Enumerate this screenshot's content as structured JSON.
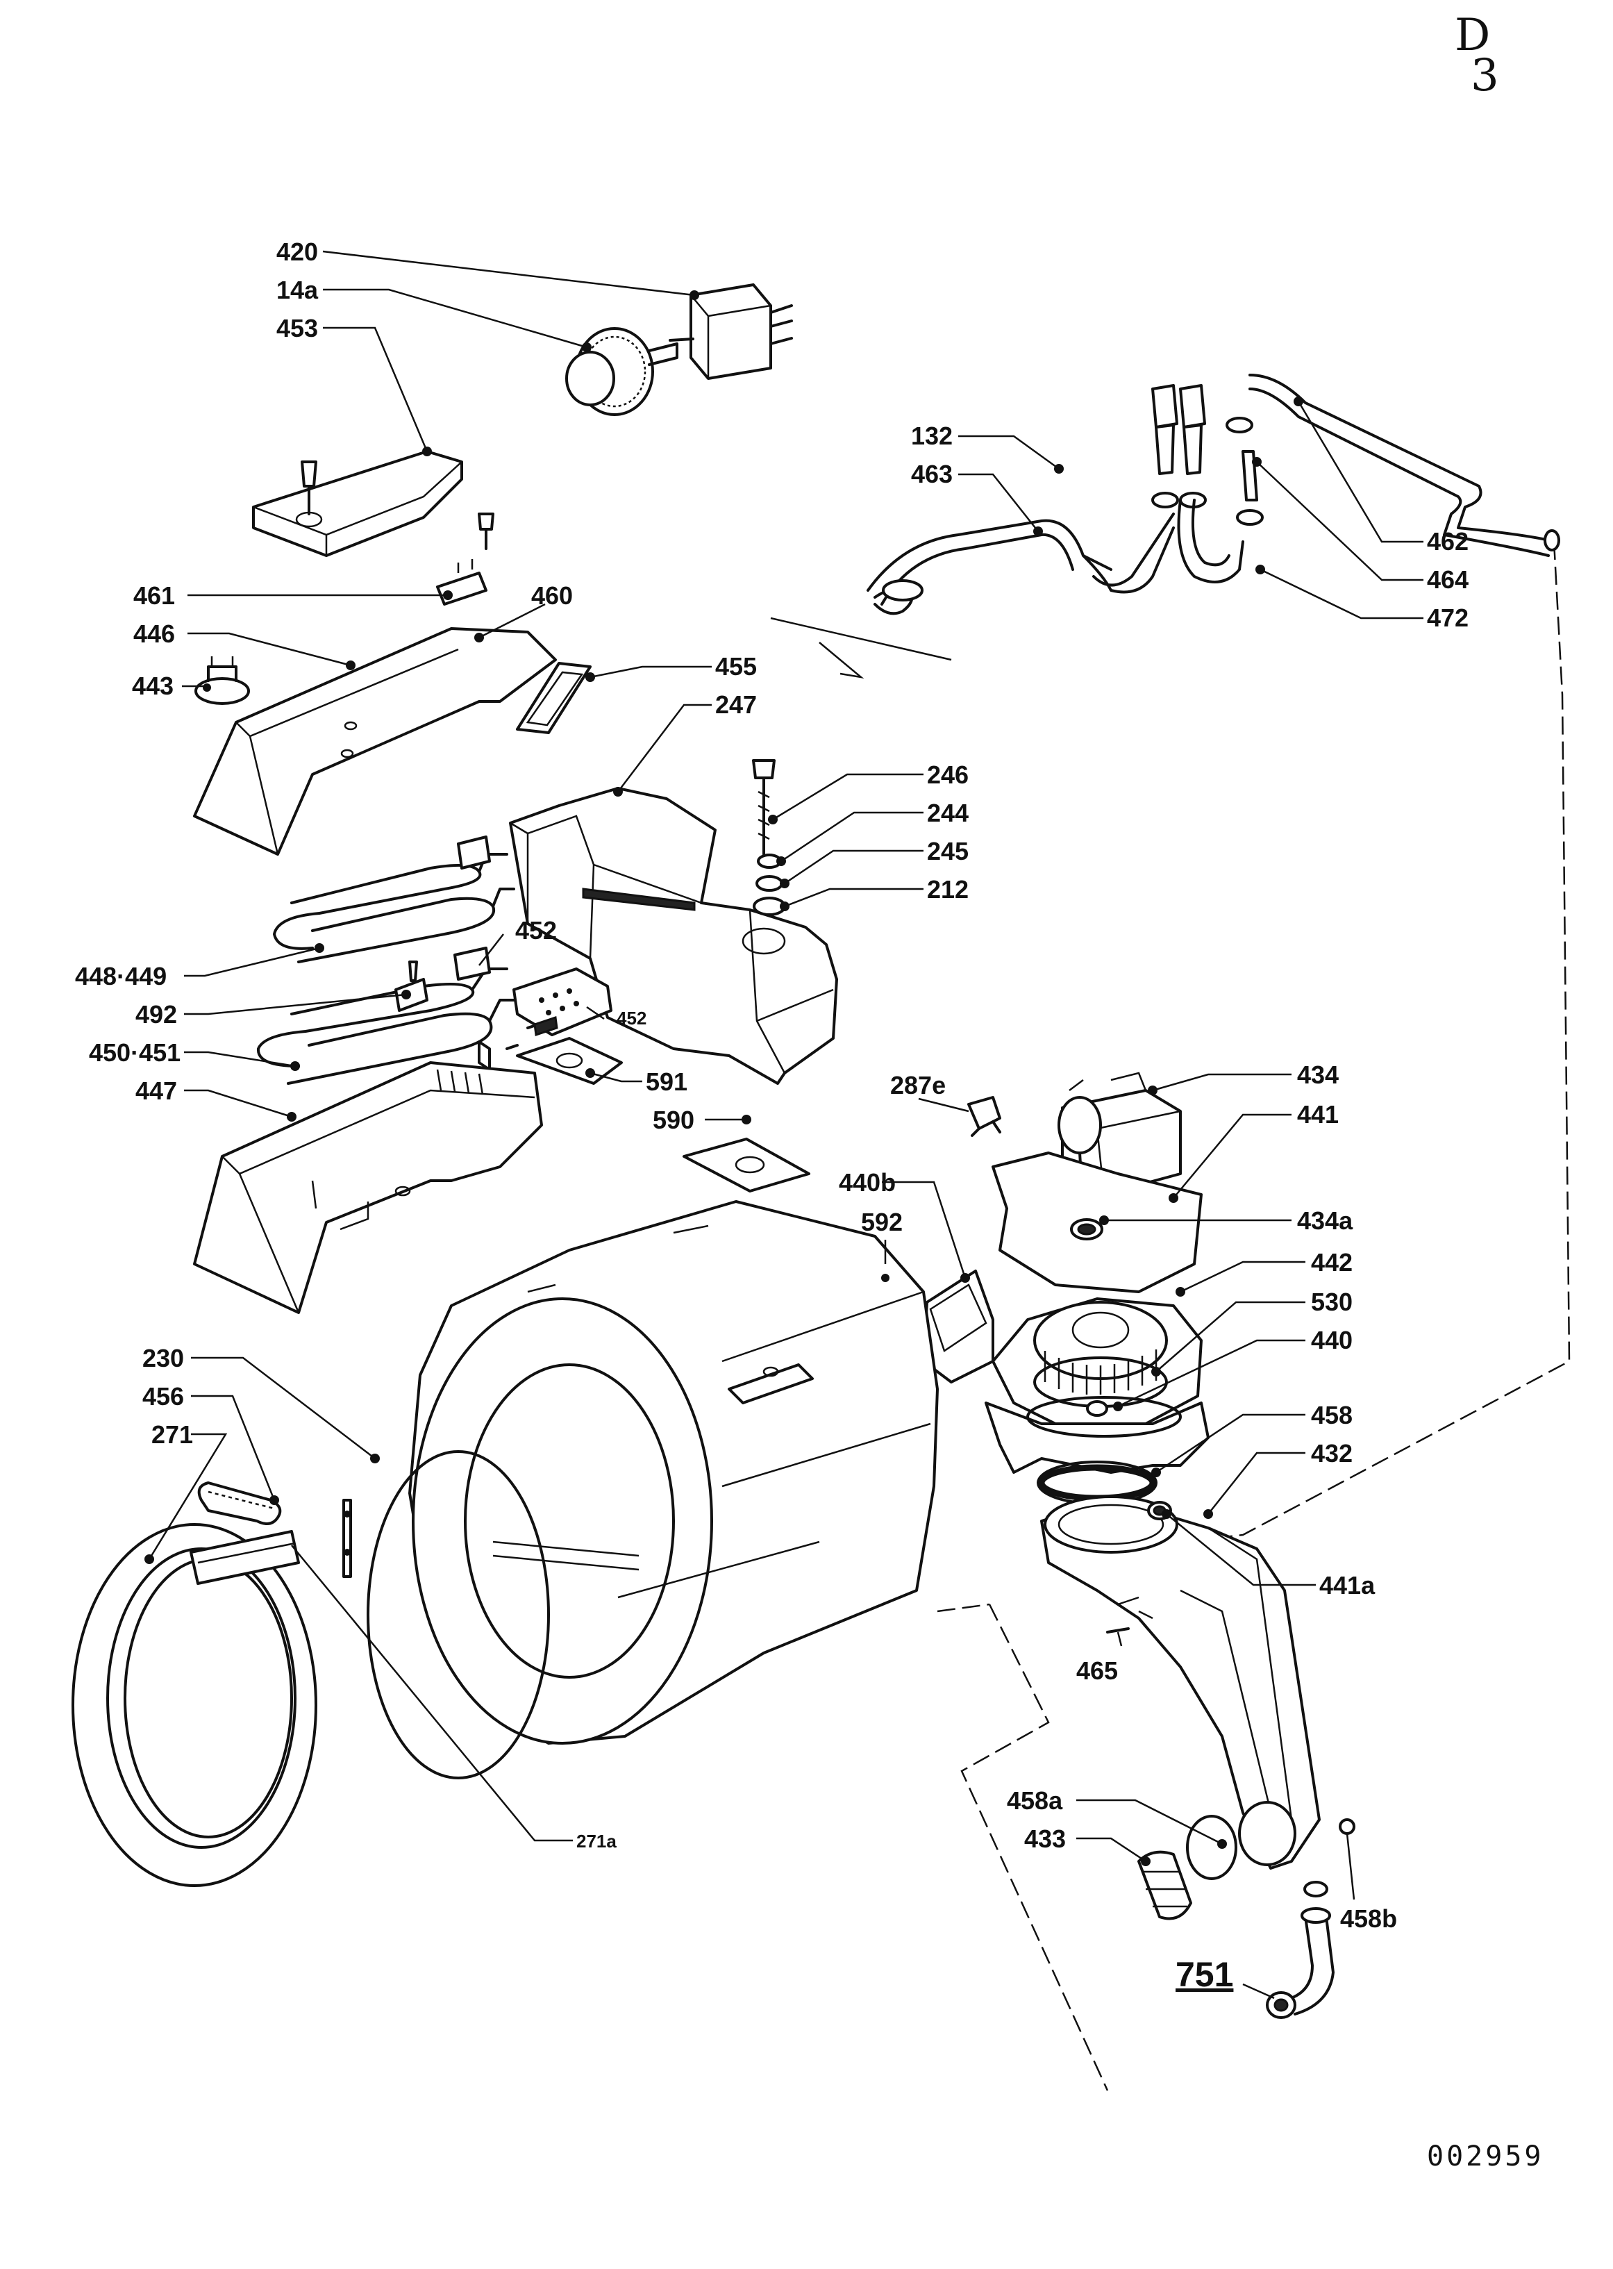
{
  "sheet": {
    "corner_mark_top": "D",
    "corner_mark_bottom": "3",
    "document_number": "002959"
  },
  "callouts": [
    {
      "id": "420",
      "label": "420"
    },
    {
      "id": "14a",
      "label": "14a"
    },
    {
      "id": "453",
      "label": "453"
    },
    {
      "id": "461",
      "label": "461"
    },
    {
      "id": "460",
      "label": "460"
    },
    {
      "id": "446",
      "label": "446"
    },
    {
      "id": "443",
      "label": "443"
    },
    {
      "id": "455",
      "label": "455"
    },
    {
      "id": "247",
      "label": "247"
    },
    {
      "id": "246",
      "label": "246"
    },
    {
      "id": "244",
      "label": "244"
    },
    {
      "id": "245",
      "label": "245"
    },
    {
      "id": "212",
      "label": "212"
    },
    {
      "id": "452-top",
      "label": "452"
    },
    {
      "id": "452-bottom",
      "label": "452"
    },
    {
      "id": "448-449",
      "label": "448·449"
    },
    {
      "id": "492",
      "label": "492"
    },
    {
      "id": "450-451",
      "label": "450·451"
    },
    {
      "id": "591",
      "label": "591"
    },
    {
      "id": "590",
      "label": "590"
    },
    {
      "id": "447",
      "label": "447"
    },
    {
      "id": "132",
      "label": "132"
    },
    {
      "id": "463",
      "label": "463"
    },
    {
      "id": "462",
      "label": "462"
    },
    {
      "id": "464",
      "label": "464"
    },
    {
      "id": "472",
      "label": "472"
    },
    {
      "id": "434",
      "label": "434"
    },
    {
      "id": "441",
      "label": "441"
    },
    {
      "id": "287e",
      "label": "287e"
    },
    {
      "id": "440b",
      "label": "440b"
    },
    {
      "id": "434a",
      "label": "434a"
    },
    {
      "id": "592",
      "label": "592"
    },
    {
      "id": "442",
      "label": "442"
    },
    {
      "id": "530",
      "label": "530"
    },
    {
      "id": "440",
      "label": "440"
    },
    {
      "id": "458",
      "label": "458"
    },
    {
      "id": "432",
      "label": "432"
    },
    {
      "id": "441a",
      "label": "441a"
    },
    {
      "id": "465",
      "label": "465"
    },
    {
      "id": "458a",
      "label": "458a"
    },
    {
      "id": "433",
      "label": "433"
    },
    {
      "id": "458b",
      "label": "458b"
    },
    {
      "id": "751",
      "label": "751"
    },
    {
      "id": "230",
      "label": "230"
    },
    {
      "id": "456",
      "label": "456"
    },
    {
      "id": "271",
      "label": "271"
    },
    {
      "id": "271a",
      "label": "271a"
    }
  ]
}
